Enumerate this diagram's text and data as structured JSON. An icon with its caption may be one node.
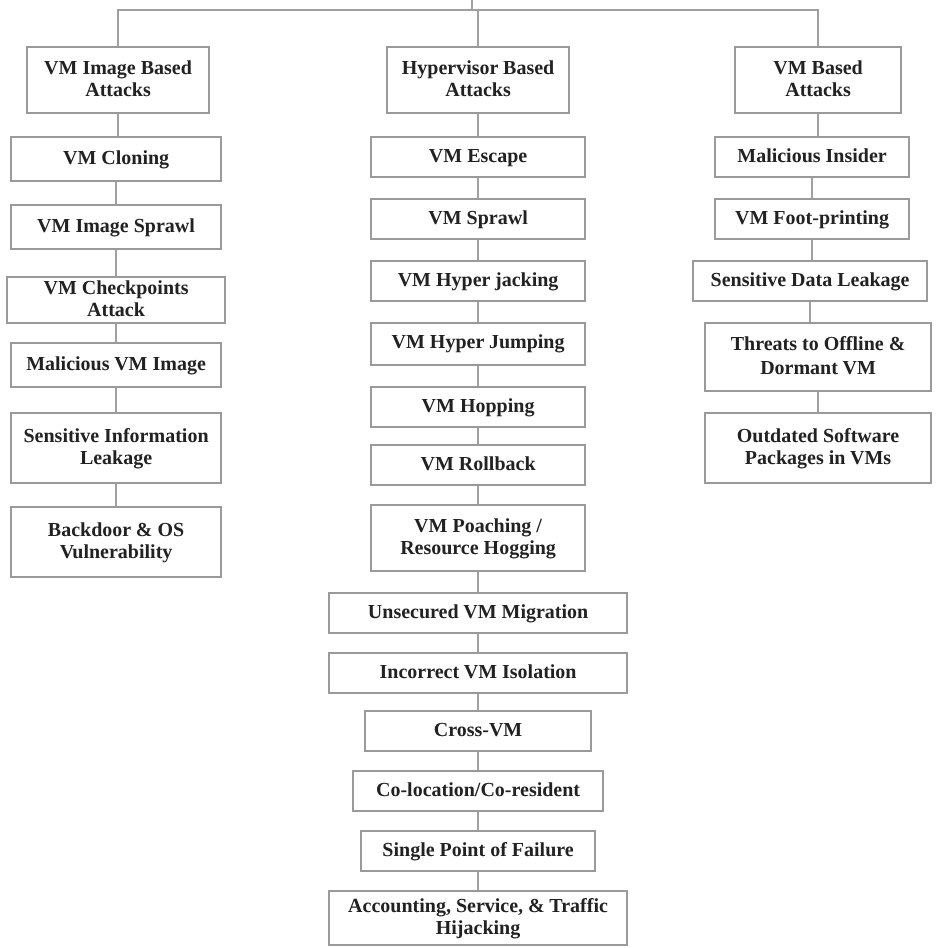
{
  "diagram": {
    "nodes": [
      {
        "text": [
          "VM Image Based Attacks"
        ]
      },
      {
        "text": [
          "VM Cloning"
        ]
      },
      {
        "text": [
          "VM Image Sprawl"
        ]
      },
      {
        "text": [
          "VM Checkpoints Attack"
        ]
      },
      {
        "text": [
          "Malicious VM Image"
        ]
      },
      {
        "text": [
          "Sensitive Information Leakage"
        ]
      },
      {
        "text": [
          "Backdoor & OS Vulnerability"
        ]
      },
      {
        "text": [
          "Hypervisor Based Attacks"
        ]
      },
      {
        "text": [
          "VM Escape"
        ]
      },
      {
        "text": [
          "VM Sprawl"
        ]
      },
      {
        "text": [
          "VM Hyper jacking"
        ]
      },
      {
        "text": [
          "VM Hyper Jumping"
        ]
      },
      {
        "text": [
          "VM Hopping"
        ]
      },
      {
        "text": [
          "VM Rollback"
        ]
      },
      {
        "text": [
          "VM Poaching / Resource Hogging"
        ]
      },
      {
        "text": [
          "Unsecured VM Migration"
        ]
      },
      {
        "text": [
          "Incorrect VM Isolation"
        ]
      },
      {
        "text": [
          "Cross-VM"
        ]
      },
      {
        "text": [
          "Co-location/Co-resident"
        ]
      },
      {
        "text": [
          "Single Point of Failure"
        ]
      },
      {
        "text": [
          "Accounting, Service, & Traffic Hijacking"
        ]
      },
      {
        "text": [
          "VM Based Attacks"
        ]
      },
      {
        "text": [
          "Malicious Insider"
        ]
      },
      {
        "text": [
          "VM Foot-printing"
        ]
      },
      {
        "text": [
          "Sensitive Data Leakage"
        ]
      },
      {
        "text": [
          "Threats to Offline & Dormant VM"
        ]
      },
      {
        "text": [
          "Outdated Software Packages in VMs"
        ]
      }
    ],
    "edges": [
      {
        "from": null,
        "to": 0,
        "arrow": "none"
      },
      {
        "from": null,
        "to": 7,
        "arrow": "none"
      },
      {
        "from": null,
        "to": 21,
        "arrow": "none"
      },
      {
        "from": 0,
        "to": 1,
        "arrow": "none"
      },
      {
        "from": 1,
        "to": 2,
        "arrow": "none"
      },
      {
        "from": 2,
        "to": 3,
        "arrow": "none"
      },
      {
        "from": 3,
        "to": 4,
        "arrow": "none"
      },
      {
        "from": 4,
        "to": 5,
        "arrow": "none"
      },
      {
        "from": 5,
        "to": 6,
        "arrow": "none"
      },
      {
        "from": 7,
        "to": 8,
        "arrow": "none"
      },
      {
        "from": 8,
        "to": 9,
        "arrow": "none"
      },
      {
        "from": 9,
        "to": 10,
        "arrow": "none"
      },
      {
        "from": 10,
        "to": 11,
        "arrow": "none"
      },
      {
        "from": 11,
        "to": 12,
        "arrow": "none"
      },
      {
        "from": 12,
        "to": 13,
        "arrow": "none"
      },
      {
        "from": 13,
        "to": 14,
        "arrow": "none"
      },
      {
        "from": 14,
        "to": 15,
        "arrow": "none"
      },
      {
        "from": 15,
        "to": 16,
        "arrow": "none"
      },
      {
        "from": 16,
        "to": 17,
        "arrow": "none"
      },
      {
        "from": 17,
        "to": 18,
        "arrow": "none"
      },
      {
        "from": 18,
        "to": 19,
        "arrow": "none"
      },
      {
        "from": 19,
        "to": 20,
        "arrow": "none"
      },
      {
        "from": 21,
        "to": 22,
        "arrow": "none"
      },
      {
        "from": 22,
        "to": 23,
        "arrow": "none"
      },
      {
        "from": 23,
        "to": 24,
        "arrow": "none"
      },
      {
        "from": 24,
        "to": 25,
        "arrow": "none"
      },
      {
        "from": 25,
        "to": 26,
        "arrow": "none"
      }
    ]
  }
}
